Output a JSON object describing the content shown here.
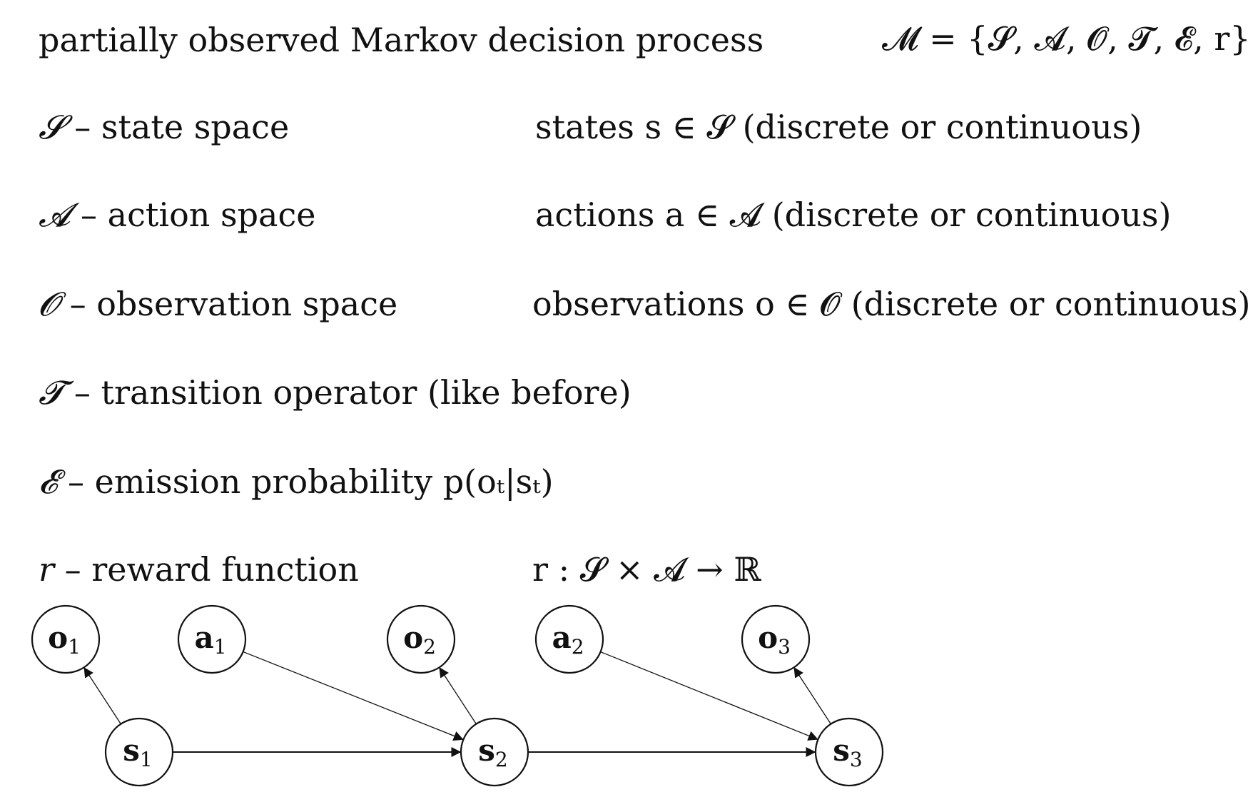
{
  "slide": {
    "title": "partially observed Markov decision process",
    "tuple": "𝓜 = {𝓢, 𝓐, 𝓞, 𝓣, 𝓔, r}",
    "rows": [
      {
        "left_symbol": "𝓢",
        "left_text": " – state space",
        "right_text": "states s ∈ 𝓢 (discrete or continuous)"
      },
      {
        "left_symbol": "𝓐",
        "left_text": " – action space",
        "right_text": "actions a ∈ 𝓐 (discrete or continuous)"
      },
      {
        "left_symbol": "𝓞",
        "left_text": " – observation space",
        "right_text": "observations o ∈ 𝓞 (discrete or continuous)"
      },
      {
        "left_symbol": "𝓣",
        "left_text": " – transition operator (like before)",
        "right_text": ""
      },
      {
        "left_symbol": "𝓔",
        "left_text": " – emission probability p(oₜ|sₜ)",
        "right_text": ""
      },
      {
        "left_symbol": "r",
        "left_text": " – reward function",
        "right_text": "r : 𝓢 × 𝓐 → ℝ"
      }
    ]
  },
  "diagram": {
    "nodes": [
      {
        "id": "o1",
        "label": "o",
        "sub": "1"
      },
      {
        "id": "a1",
        "label": "a",
        "sub": "1"
      },
      {
        "id": "o2",
        "label": "o",
        "sub": "2"
      },
      {
        "id": "a2",
        "label": "a",
        "sub": "2"
      },
      {
        "id": "o3",
        "label": "o",
        "sub": "3"
      },
      {
        "id": "s1",
        "label": "s",
        "sub": "1"
      },
      {
        "id": "s2",
        "label": "s",
        "sub": "2"
      },
      {
        "id": "s3",
        "label": "s",
        "sub": "3"
      }
    ],
    "edges": [
      {
        "from": "s1",
        "to": "o1"
      },
      {
        "from": "s1",
        "to": "s2"
      },
      {
        "from": "a1",
        "to": "s2"
      },
      {
        "from": "s2",
        "to": "o2"
      },
      {
        "from": "s2",
        "to": "s3"
      },
      {
        "from": "a2",
        "to": "s3"
      },
      {
        "from": "s3",
        "to": "o3"
      }
    ]
  }
}
